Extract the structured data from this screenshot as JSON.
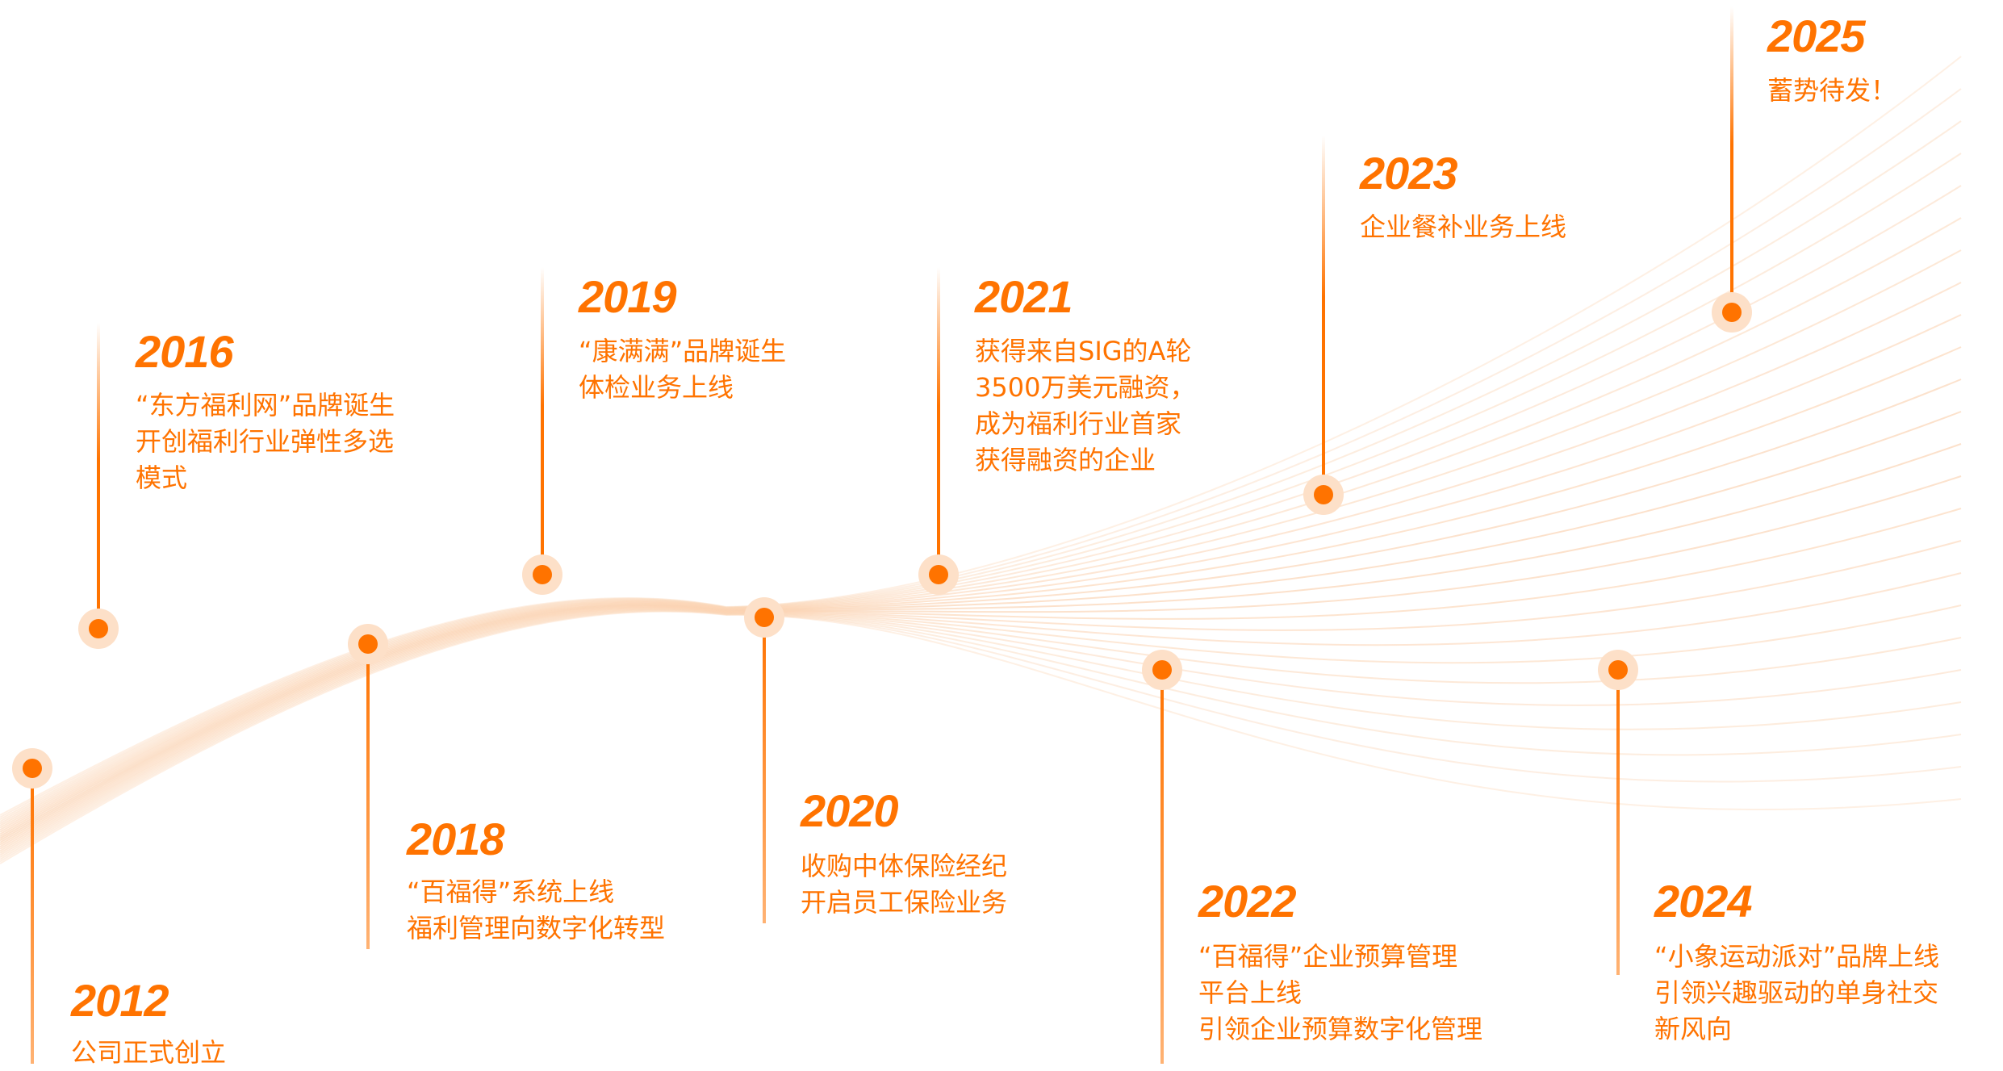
{
  "colors": {
    "accent": "#ff7300",
    "halo": "#fde0c8",
    "curve": "#fbd3b2"
  },
  "events": [
    {
      "year": "2012",
      "lines": [
        "公司正式创立"
      ]
    },
    {
      "year": "2016",
      "lines": [
        "“东方福利网”品牌诞生",
        "开创福利行业弹性多选",
        "模式"
      ]
    },
    {
      "year": "2018",
      "lines": [
        "“百福得”系统上线",
        "福利管理向数字化转型"
      ]
    },
    {
      "year": "2019",
      "lines": [
        "“康满满”品牌诞生",
        "体检业务上线"
      ]
    },
    {
      "year": "2020",
      "lines": [
        "收购中体保险经纪",
        "开启员工保险业务"
      ]
    },
    {
      "year": "2021",
      "lines": [
        "获得来自SIG的A轮",
        "3500万美元融资，",
        "成为福利行业首家",
        "获得融资的企业"
      ]
    },
    {
      "year": "2022",
      "lines": [
        "“百福得”企业预算管理",
        "平台上线",
        "引领企业预算数字化管理"
      ]
    },
    {
      "year": "2023",
      "lines": [
        "企业餐补业务上线"
      ]
    },
    {
      "year": "2024",
      "lines": [
        "“小象运动派对”品牌上线",
        "引领兴趣驱动的单身社交",
        "新风向"
      ]
    },
    {
      "year": "2025",
      "lines": [
        "蓄势待发！"
      ]
    }
  ]
}
